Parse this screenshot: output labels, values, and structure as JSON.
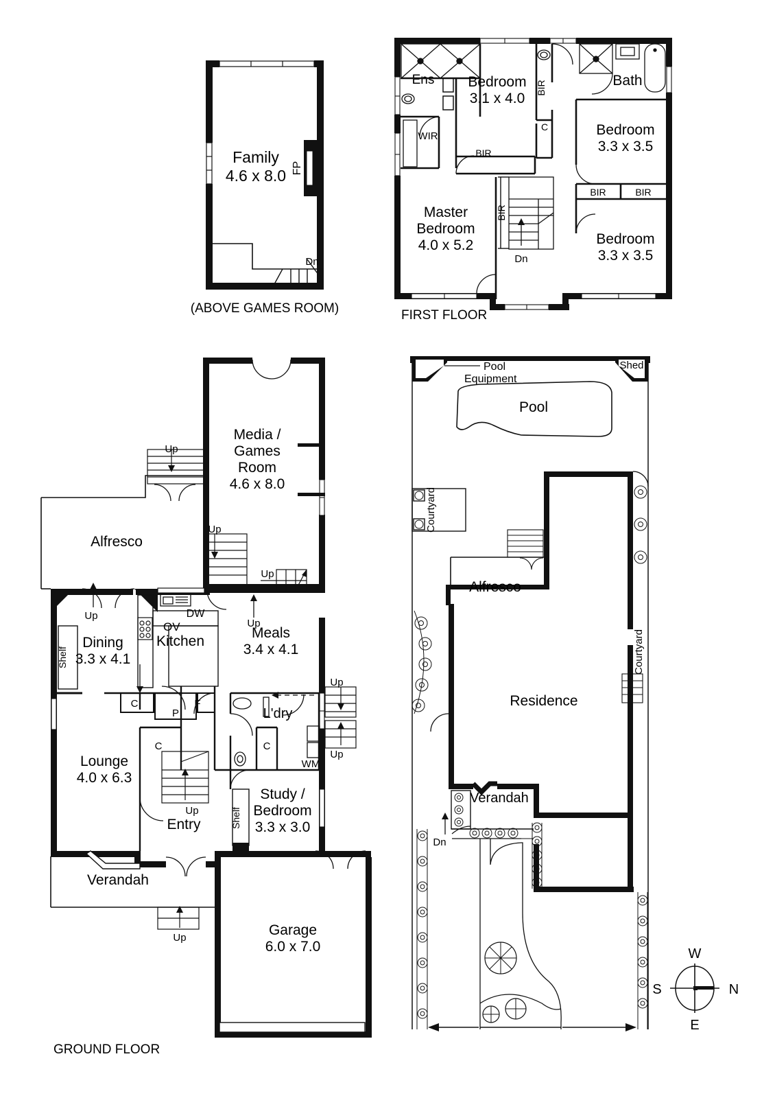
{
  "document": {
    "type": "architectural-floor-plan",
    "sheet_labels": {
      "above_games_room": "(ABOVE GAMES ROOM)",
      "first_floor": "FIRST FLOOR",
      "ground_floor": "GROUND FLOOR"
    }
  },
  "second_floor": {
    "caption": "(ABOVE GAMES ROOM)",
    "rooms": [
      {
        "name": "Family",
        "dimensions": "4.6 x 8.0"
      }
    ],
    "annotations": [
      {
        "text": "FP",
        "meaning": "fireplace"
      },
      {
        "text": "Dn",
        "meaning": "stairs-down"
      }
    ]
  },
  "first_floor": {
    "caption": "FIRST FLOOR",
    "rooms": [
      {
        "name": "Ens",
        "dimensions": ""
      },
      {
        "name": "WIR",
        "dimensions": ""
      },
      {
        "name": "Bedroom",
        "dimensions": "3.1 x 4.0"
      },
      {
        "name": "Bath",
        "dimensions": ""
      },
      {
        "name": "Bedroom",
        "dimensions": "3.3 x 3.5"
      },
      {
        "name": "Master Bedroom",
        "name_line1": "Master",
        "name_line2": "Bedroom",
        "dimensions": "4.0 x 5.2"
      },
      {
        "name": "Bedroom",
        "dimensions": "3.3 x 3.5"
      }
    ],
    "annotations": [
      {
        "text": "BIR",
        "meaning": "built-in-robe"
      },
      {
        "text": "BIR",
        "meaning": "built-in-robe"
      },
      {
        "text": "BIR",
        "meaning": "built-in-robe"
      },
      {
        "text": "BIR",
        "meaning": "built-in-robe"
      },
      {
        "text": "BIR",
        "meaning": "built-in-robe"
      },
      {
        "text": "C",
        "meaning": "cupboard"
      },
      {
        "text": "Dn",
        "meaning": "stairs-down"
      }
    ]
  },
  "ground_floor": {
    "caption": "GROUND FLOOR",
    "rooms": [
      {
        "name": "Media / Games Room",
        "line1": "Media /",
        "line2": "Games",
        "line3": "Room",
        "dimensions": "4.6 x 8.0"
      },
      {
        "name": "Alfresco",
        "dimensions": ""
      },
      {
        "name": "Dining",
        "dimensions": "3.3 x 4.1"
      },
      {
        "name": "Kitchen",
        "dimensions": ""
      },
      {
        "name": "Meals",
        "dimensions": "3.4 x 4.1"
      },
      {
        "name": "Lounge",
        "dimensions": "4.0 x 6.3"
      },
      {
        "name": "L'dry",
        "dimensions": ""
      },
      {
        "name": "Entry",
        "dimensions": ""
      },
      {
        "name": "Study / Bedroom",
        "line1": "Study /",
        "line2": "Bedroom",
        "dimensions": "3.3 x 3.0"
      },
      {
        "name": "Verandah",
        "dimensions": ""
      },
      {
        "name": "Garage",
        "dimensions": "6.0 x 7.0"
      }
    ],
    "annotations": [
      {
        "text": "Up",
        "meaning": "stairs-up"
      },
      {
        "text": "Up",
        "meaning": "stairs-up"
      },
      {
        "text": "Up",
        "meaning": "stairs-up"
      },
      {
        "text": "Up",
        "meaning": "stairs-up"
      },
      {
        "text": "Up",
        "meaning": "stairs-up"
      },
      {
        "text": "Up",
        "meaning": "stairs-up"
      },
      {
        "text": "Up",
        "meaning": "stairs-up"
      },
      {
        "text": "Up",
        "meaning": "stairs-up"
      },
      {
        "text": "DW",
        "meaning": "dishwasher"
      },
      {
        "text": "OV",
        "meaning": "oven"
      },
      {
        "text": "WM",
        "meaning": "washing-machine"
      },
      {
        "text": "P",
        "meaning": "pantry"
      },
      {
        "text": "F",
        "meaning": "fridge"
      },
      {
        "text": "C",
        "meaning": "cupboard"
      },
      {
        "text": "Shelf",
        "meaning": "shelf"
      }
    ]
  },
  "site_plan": {
    "labels": [
      {
        "name": "Pool Equipment",
        "line1": "Pool",
        "line2": "Equipment"
      },
      {
        "name": "Shed"
      },
      {
        "name": "Pool"
      },
      {
        "name": "Courtyard"
      },
      {
        "name": "Courtyard"
      },
      {
        "name": "Alfresco"
      },
      {
        "name": "Residence"
      },
      {
        "name": "Verandah"
      },
      {
        "name": "Dn"
      }
    ],
    "compass": {
      "top": "W",
      "right": "N",
      "bottom": "E",
      "left": "S"
    }
  },
  "style": {
    "wall_color": "#111111",
    "line_color": "#1a1a1a",
    "background": "#ffffff",
    "text_color": "#000000"
  }
}
